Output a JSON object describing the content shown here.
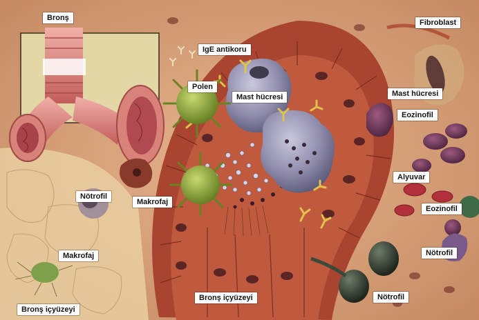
{
  "labels": {
    "bronchus": "Bronş",
    "fibroblast": "Fibroblast",
    "ige": "IgE antikoru",
    "pollen": "Polen",
    "mast1": "Mast hücresi",
    "mast2": "Mast hücresi",
    "eosinophil1": "Eozinofil",
    "eosinophil2": "Eozinofil",
    "erythrocyte": "Alyuvar",
    "neutrophil_left": "Nötrofil",
    "neutrophil_right": "Nötrofil",
    "neutrophil_bottom": "Nötrofil",
    "macrophage_center": "Makrofaj",
    "macrophage_left": "Makrofaj",
    "surface_left": "Bronş içyüzeyi",
    "surface_center": "Bronş içyüzeyi"
  },
  "colors": {
    "tissue": "#d8a07a",
    "epithelium": "#a0402e",
    "mast_cell": "#8c8aa8",
    "pollen": "#8aa232",
    "neutrophil": "#2f3a2e",
    "label_bg": "#ffffff"
  }
}
